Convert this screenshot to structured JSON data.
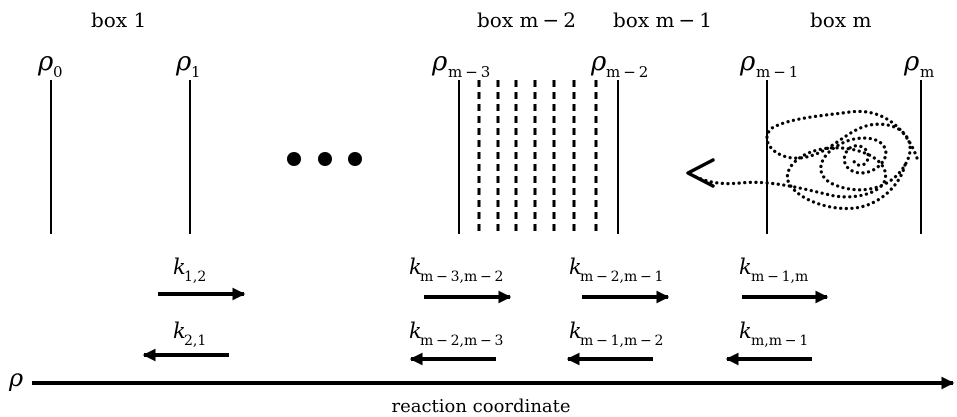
{
  "boxes": [
    {
      "label": "box 1"
    },
    {
      "label": "box m − 2"
    },
    {
      "label": "box m − 1"
    },
    {
      "label": "box m"
    }
  ],
  "interfaces": [
    {
      "symbol": "ρ",
      "sub": "0"
    },
    {
      "symbol": "ρ",
      "sub": "1"
    },
    {
      "symbol": "ρ",
      "sub": "m − 3"
    },
    {
      "symbol": "ρ",
      "sub": "m − 2"
    },
    {
      "symbol": "ρ",
      "sub": "m − 1"
    },
    {
      "symbol": "ρ",
      "sub": "m"
    }
  ],
  "ellipsis": "• • •",
  "rates_forward": [
    {
      "k": "k",
      "sub": "1,2"
    },
    {
      "k": "k",
      "sub": "m − 3,m − 2"
    },
    {
      "k": "k",
      "sub": "m − 2,m − 1"
    },
    {
      "k": "k",
      "sub": "m − 1,m"
    }
  ],
  "rates_backward": [
    {
      "k": "k",
      "sub": "2,1"
    },
    {
      "k": "k",
      "sub": "m − 2,m − 3"
    },
    {
      "k": "k",
      "sub": "m − 1,m − 2"
    },
    {
      "k": "k",
      "sub": "m,m − 1"
    }
  ],
  "axis": {
    "symbol": "ρ",
    "label": "reaction coordinate"
  }
}
